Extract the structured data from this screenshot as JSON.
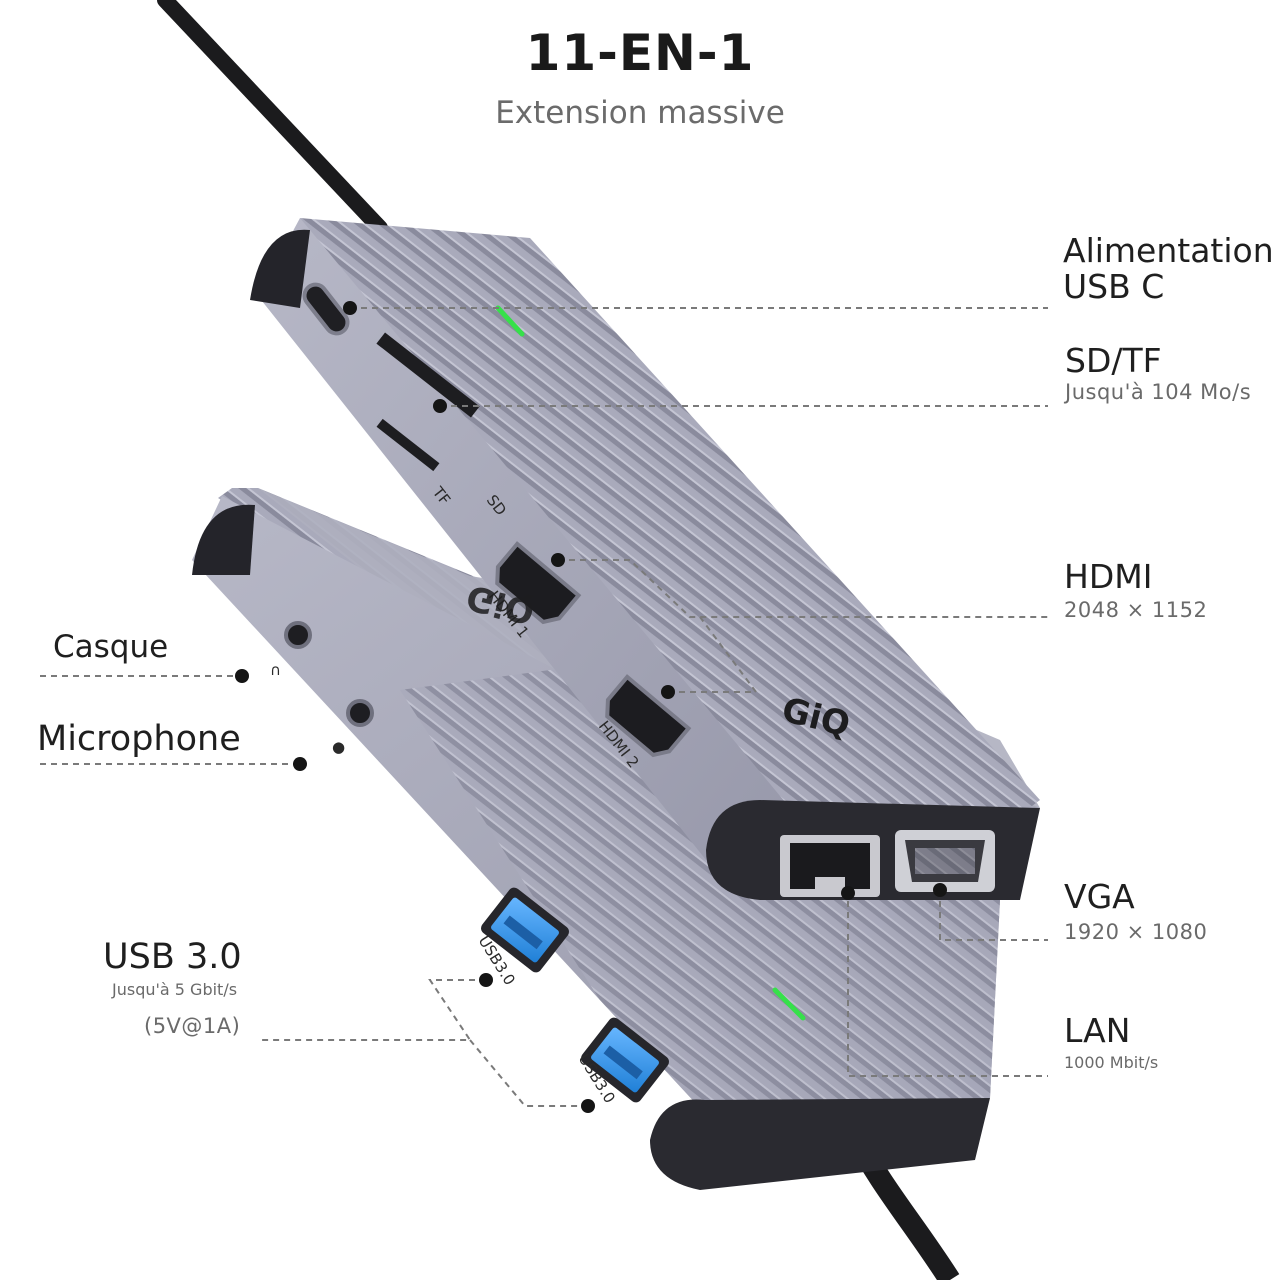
{
  "header": {
    "title": "11-EN-1",
    "subtitle": "Extension massive"
  },
  "device": {
    "brand": "GiQ",
    "engravings": {
      "tf": "TF",
      "sd": "SD",
      "hdmi1": "HDMI 1",
      "hdmi2": "HDMI 2",
      "usb_a": "USB3.0",
      "usb_b": "USB3.0"
    },
    "colors": {
      "body": "#a7a8b8",
      "edge": "#2b2b30",
      "usb_port": "#2d8fe0",
      "led": "#36e04a",
      "callout_line": "#777777"
    }
  },
  "callouts": {
    "power": {
      "line1": "Alimentation",
      "line2": "USB C"
    },
    "sd": {
      "label": "SD/TF",
      "detail": "Jusqu'à 104 Mo/s"
    },
    "hdmi": {
      "label": "HDMI",
      "detail": "2048 × 1152"
    },
    "vga": {
      "label": "VGA",
      "detail": "1920 × 1080"
    },
    "lan": {
      "label": "LAN",
      "detail": "1000 Mbit/s"
    },
    "casque": {
      "label": "Casque"
    },
    "micro": {
      "label": "Microphone"
    },
    "usb": {
      "label": "USB 3.0",
      "detail": "Jusqu'à 5 Gbit/s",
      "power": "(5V@1A)"
    }
  }
}
